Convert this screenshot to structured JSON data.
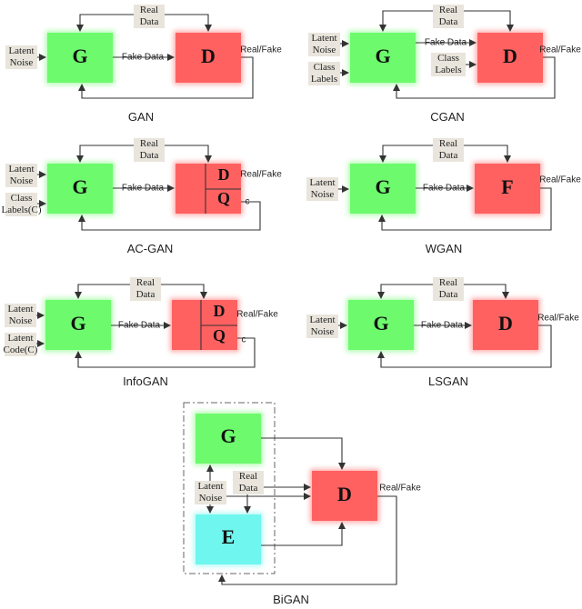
{
  "colors": {
    "generator": "#6dfa6d",
    "discriminator": "#ff6161",
    "encoder": "#6ff6ef",
    "input_box": "#e9e5dc",
    "arrow": "#333333"
  },
  "labels": {
    "G": "G",
    "D": "D",
    "F": "F",
    "Q": "Q",
    "E": "E",
    "real_data": [
      "Real",
      "Data"
    ],
    "latent_noise": [
      "Latent",
      "Noise"
    ],
    "class_labels": [
      "Class",
      "Labels"
    ],
    "class_labels_c": [
      "Class",
      "Labels(C)"
    ],
    "latent_code_c": [
      "Latent",
      "Code(C)"
    ],
    "fake_data": "Fake Data",
    "real_fake": "Real/Fake",
    "c": "c"
  },
  "captions": {
    "gan": "GAN",
    "cgan": "CGAN",
    "acgan": "AC-GAN",
    "wgan": "WGAN",
    "infogan": "InfoGAN",
    "lsgan": "LSGAN",
    "bigan": "BiGAN"
  }
}
